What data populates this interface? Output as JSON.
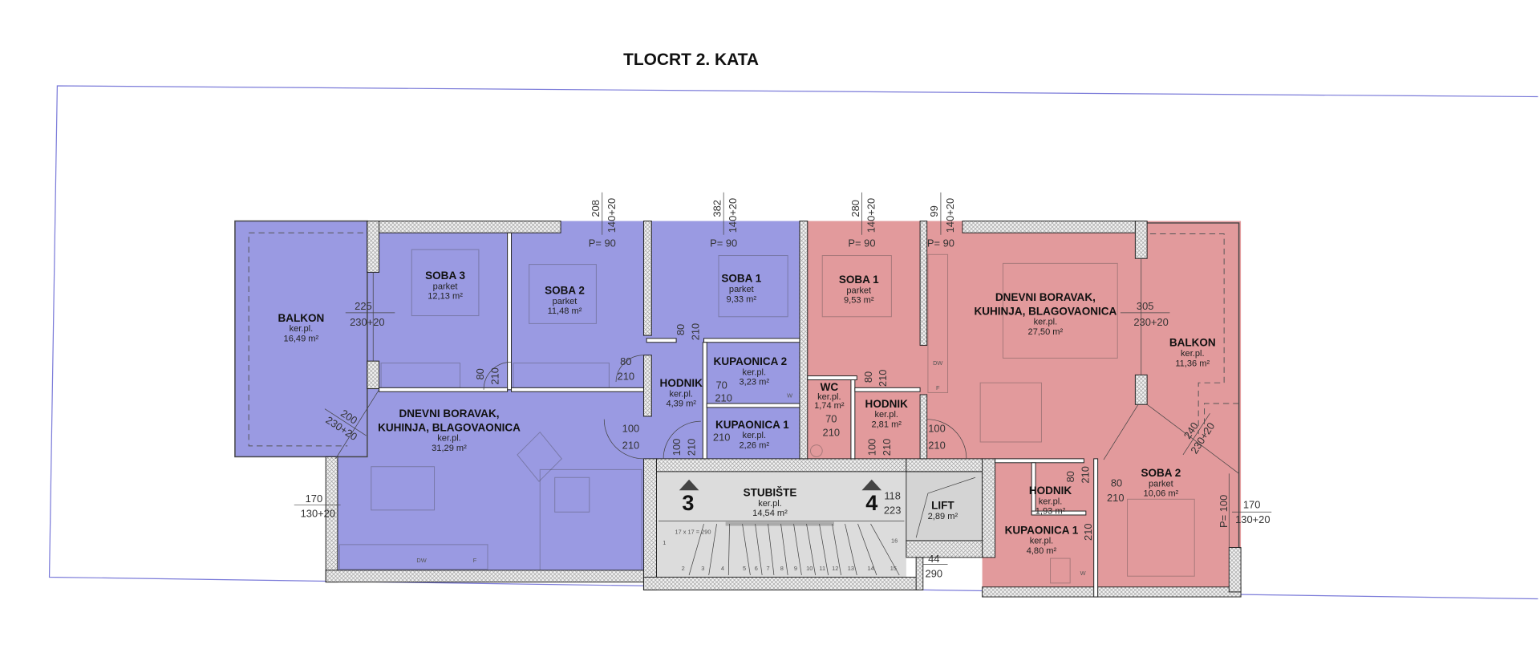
{
  "title": "TLOCRT 2. KATA",
  "colors": {
    "apartment_3": "#9a9ae2",
    "apartment_4": "#e29a9c",
    "stair": "#dcdcdc",
    "site_line": "#7b7bd9"
  },
  "apartment_3": {
    "balkon": {
      "name": "BALKON",
      "floor": "ker.pl.",
      "area": "16,49 m²"
    },
    "soba3": {
      "name": "SOBA 3",
      "floor": "parket",
      "area": "12,13 m²"
    },
    "soba2": {
      "name": "SOBA 2",
      "floor": "parket",
      "area": "11,48 m²"
    },
    "soba1": {
      "name": "SOBA 1",
      "floor": "parket",
      "area": "9,33 m²"
    },
    "hodnik": {
      "name": "HODNIK",
      "floor": "ker.pl.",
      "area": "4,39 m²"
    },
    "kupaonica2": {
      "name": "KUPAONICA 2",
      "floor": "ker.pl.",
      "area": "3,23 m²"
    },
    "kupaonica1": {
      "name": "KUPAONICA 1",
      "floor": "ker.pl.",
      "area": "2,26 m²"
    },
    "dnevni": {
      "name1": "DNEVNI BORAVAK,",
      "name2": "KUHINJA, BLAGOVAONICA",
      "floor": "ker.pl.",
      "area": "31,29 m²"
    }
  },
  "apartment_4": {
    "soba1": {
      "name": "SOBA 1",
      "floor": "parket",
      "area": "9,53 m²"
    },
    "wc": {
      "name": "WC",
      "floor": "ker.pl.",
      "area": "1,74 m²"
    },
    "hodnik": {
      "name": "HODNIK",
      "floor": "ker.pl.",
      "area": "2,81 m²"
    },
    "dnevni": {
      "name1": "DNEVNI BORAVAK,",
      "name2": "KUHINJA, BLAGOVAONICA",
      "floor": "ker.pl.",
      "area": "27,50 m²"
    },
    "balkon": {
      "name": "BALKON",
      "floor": "ker.pl.",
      "area": "11,36 m²"
    },
    "soba2": {
      "name": "SOBA 2",
      "floor": "parket",
      "area": "10,06 m²"
    },
    "hodnik2": {
      "name": "HODNIK",
      "floor": "ker.pl.",
      "area": "1,93 m²"
    },
    "kupaonica1": {
      "name": "KUPAONICA 1",
      "floor": "ker.pl.",
      "area": "4,80 m²"
    }
  },
  "stair": {
    "name": "STUBIŠTE",
    "floor": "ker.pl.",
    "area": "14,54 m²",
    "apt_left": "3",
    "apt_right": "4",
    "formula": "17 x 17 = 290",
    "steps": [
      "1",
      "2",
      "3",
      "4",
      "5",
      "6",
      "7",
      "8",
      "9",
      "10",
      "11",
      "12",
      "13",
      "14",
      "15",
      "16"
    ],
    "door_w": "118",
    "door_h": "223",
    "gap_w": "44",
    "gap_h": "290"
  },
  "lift": {
    "name": "LIFT",
    "area": "2,89 m²"
  },
  "windows_top": [
    {
      "width": "208",
      "height": "140+20",
      "parapet": "P= 90"
    },
    {
      "width": "382",
      "height": "140+20",
      "parapet": "P= 90"
    },
    {
      "width": "280",
      "height": "140+20",
      "parapet": "P= 90"
    },
    {
      "width": "99",
      "height": "140+20",
      "parapet": "P= 90"
    }
  ],
  "balcony_doors": [
    {
      "width": "225",
      "height": "230+20"
    },
    {
      "width": "200",
      "height": "230+20"
    },
    {
      "width": "305",
      "height": "230+20"
    },
    {
      "width": "240",
      "height": "230+20"
    }
  ],
  "side_windows": [
    {
      "width": "170",
      "height": "130+20"
    },
    {
      "width": "170",
      "height": "130+20",
      "parapet": "P= 100"
    }
  ],
  "doors": {
    "d80": "80",
    "d70": "70",
    "d100": "100",
    "h210": "210"
  },
  "appliances": {
    "dishwasher": "DW",
    "fridge": "F",
    "washer": "W"
  }
}
